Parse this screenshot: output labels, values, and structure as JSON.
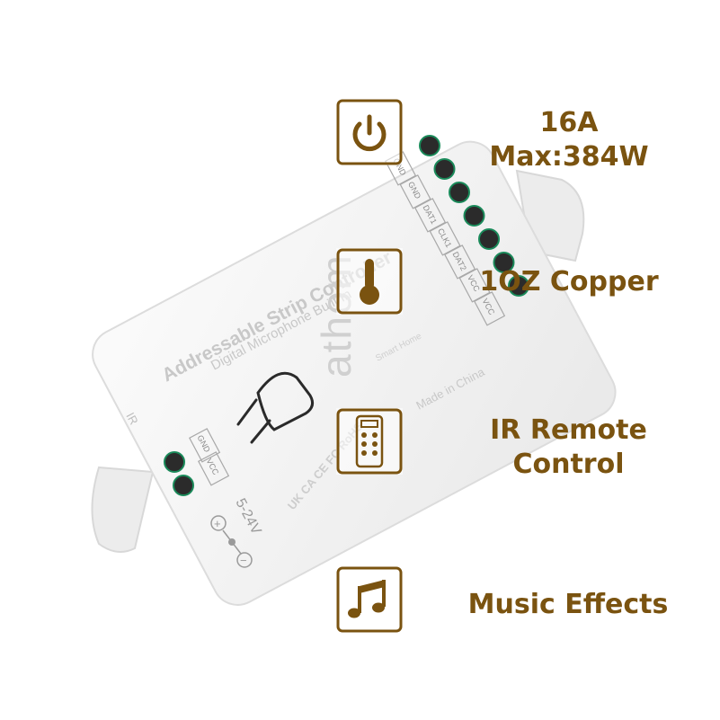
{
  "device": {
    "product_line1": "Addressable Strip Controller",
    "product_line2": "Digital Microphone Built In",
    "brand": "athom",
    "brand_sub": "Smart Home",
    "made_in": "Made in China",
    "cert_marks": "UK CA  CE  FC  RoHS",
    "ir_label": "IR",
    "voltage": "5-24V",
    "plus_sign": "+",
    "minus_sign": "−",
    "output_terminals": [
      "GND",
      "GND",
      "DAT1",
      "CLK1",
      "DAT2",
      "VCC",
      "VCC"
    ],
    "input_terminals": [
      "GND",
      "VCC"
    ]
  },
  "features": {
    "power": {
      "line1": "16A",
      "line2": "Max:384W",
      "icon": "power-icon"
    },
    "copper": {
      "line1": "1OZ Copper",
      "icon": "thermometer-icon"
    },
    "ir": {
      "line1": "IR Remote",
      "line2": "Control",
      "icon": "remote-icon"
    },
    "music": {
      "line1": "Music Effects",
      "icon": "music-note-icon"
    }
  },
  "colors": {
    "accent": "#7a5310",
    "device_body": "#f2f2f2",
    "text_grey": "#c4c4c4"
  }
}
